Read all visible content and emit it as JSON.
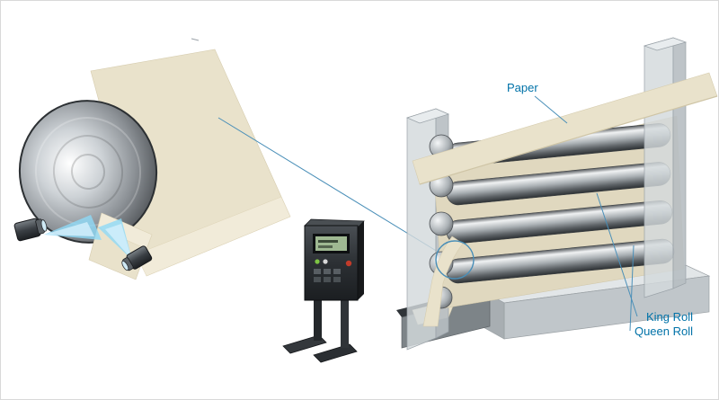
{
  "diagram": {
    "labels": {
      "paper": "Paper",
      "king_roll": "King Roll",
      "queen_roll": "Queen Roll"
    },
    "colors": {
      "label_blue": "#0072a8",
      "pointer_blue": "#4a8fb8",
      "paper_beige": "#e9e2cb",
      "paper_mid": "#e0d8bf",
      "paper_underside": "#f1ebd9",
      "spray_blue": "#8fd9f6",
      "frame_gray": "#d3d9dc",
      "base_gray": "#c0c6ca",
      "console_dark": "#26292c",
      "screen_green": "#9fb892"
    }
  }
}
